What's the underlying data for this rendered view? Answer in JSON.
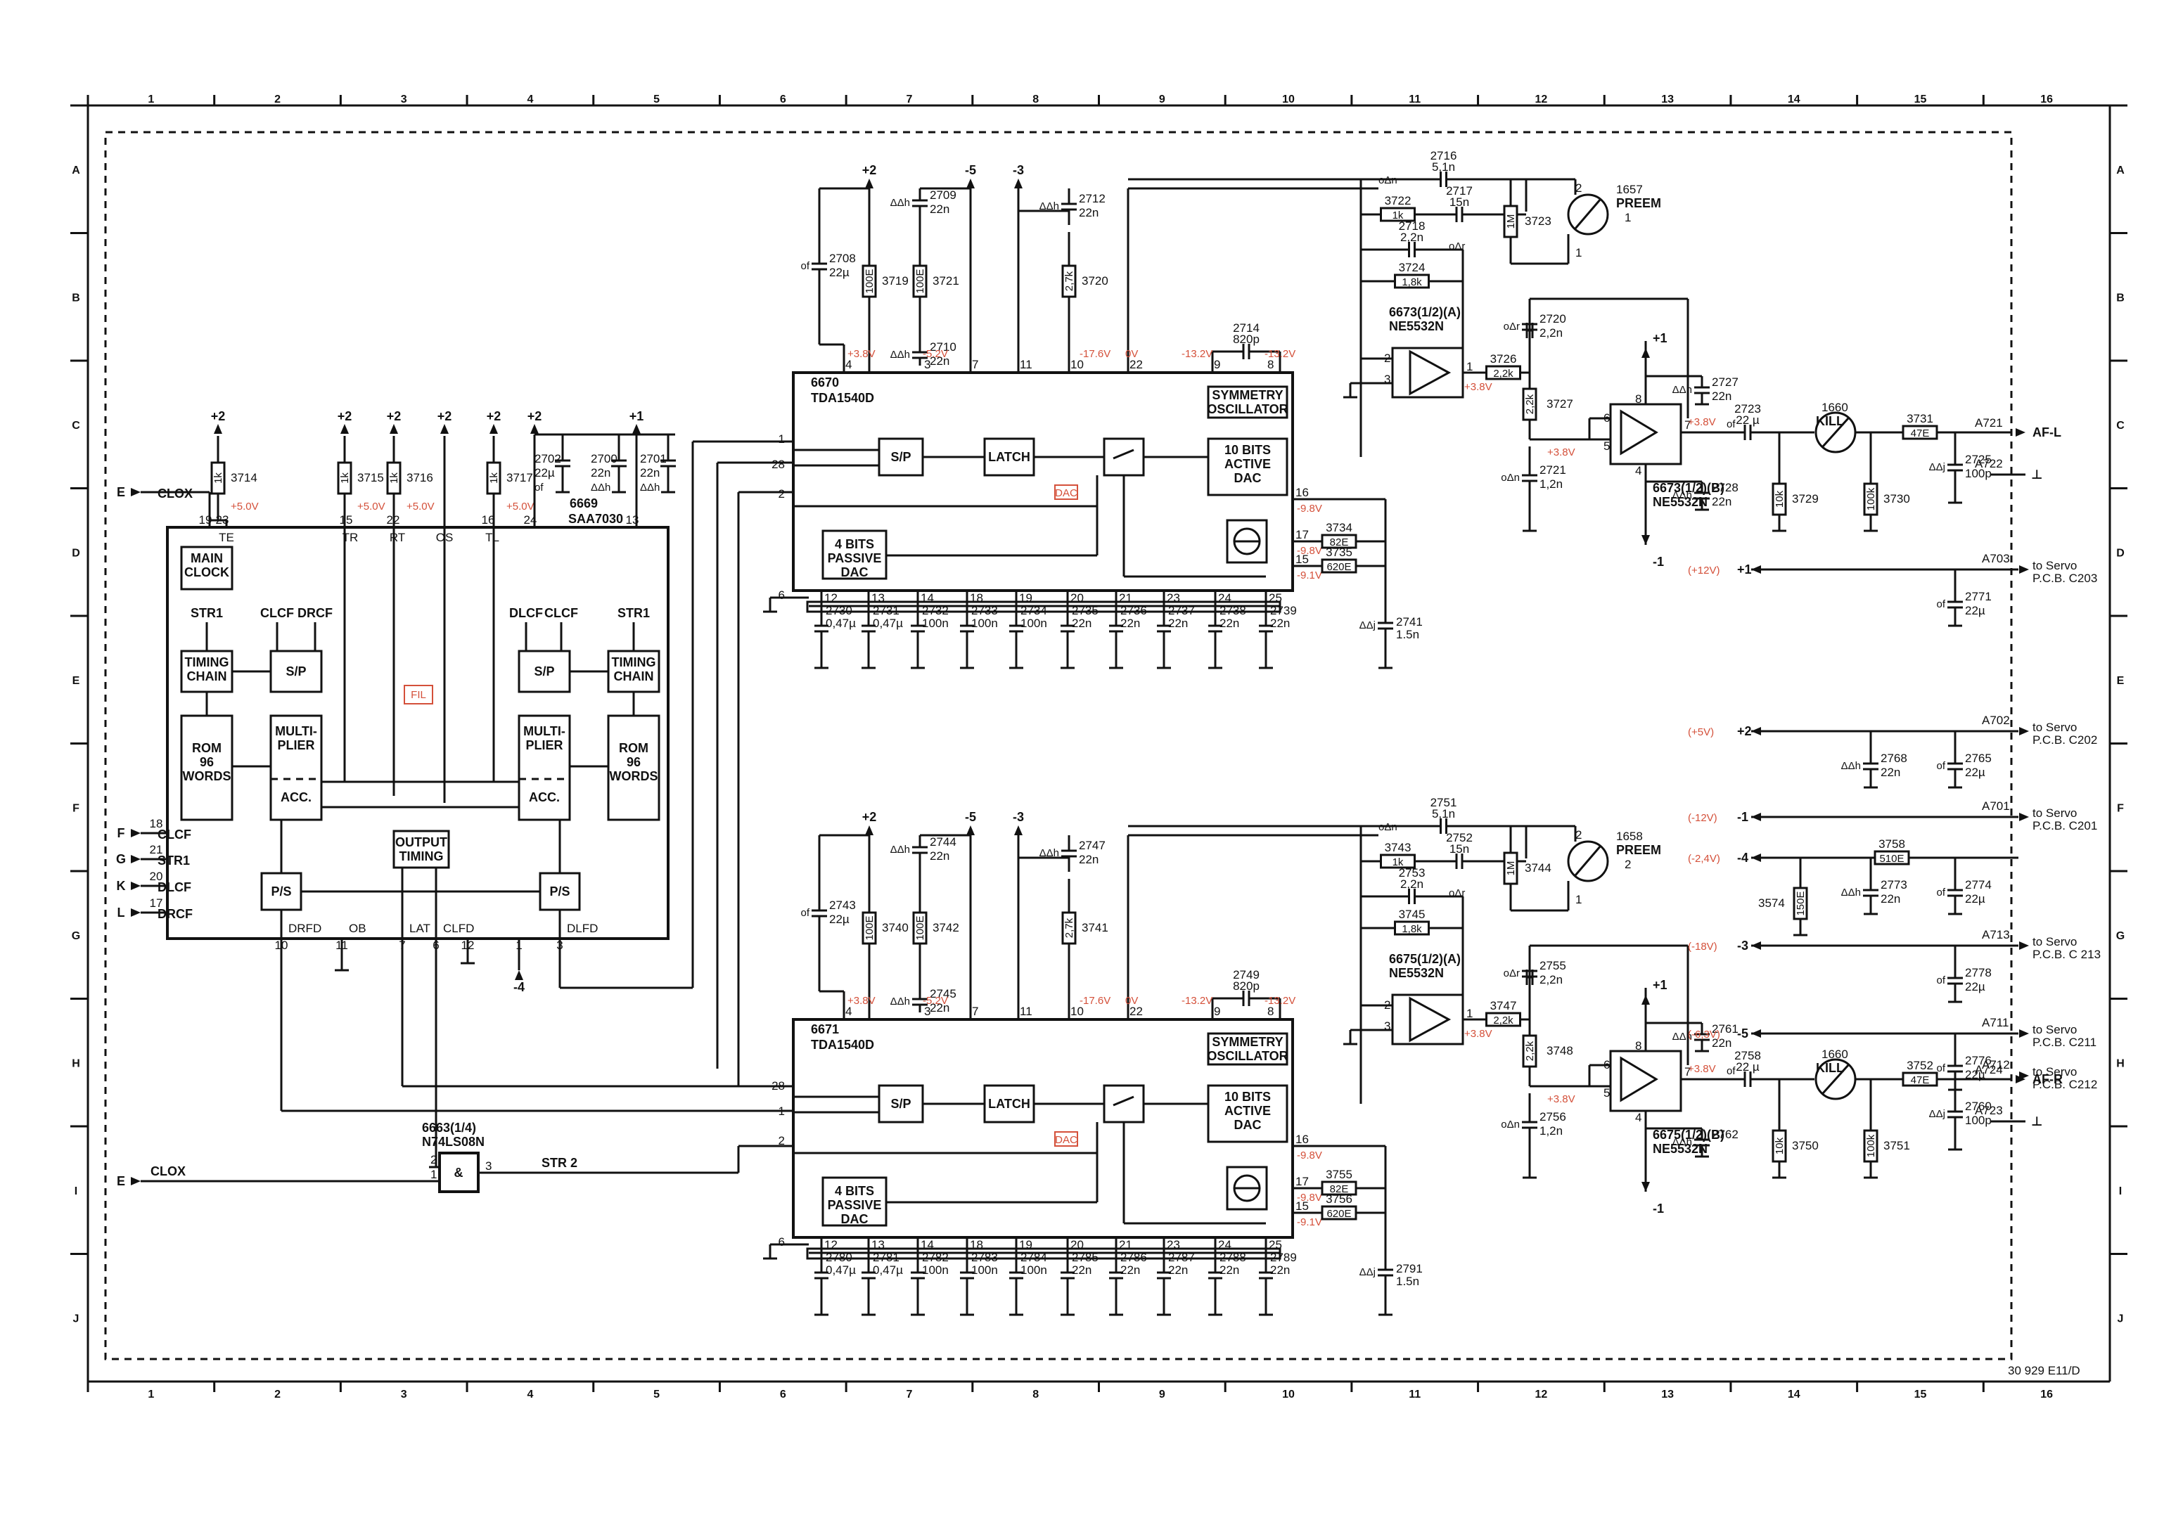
{
  "columns": [
    "1",
    "2",
    "3",
    "4",
    "5",
    "6",
    "7",
    "8",
    "9",
    "10",
    "11",
    "12",
    "13",
    "14",
    "15",
    "16"
  ],
  "rows": [
    "A",
    "B",
    "C",
    "D",
    "E",
    "F",
    "G",
    "H",
    "I",
    "J"
  ],
  "drawing_number": "30 929 E11/D",
  "saa7030": {
    "ref": "6669",
    "part": "SAA7030",
    "main_clock": [
      "MAIN",
      "CLOCK"
    ],
    "left": {
      "timing": [
        "TIMING",
        "CHAIN"
      ],
      "rom": [
        "ROM",
        "96",
        "WORDS"
      ],
      "sp": "S/P",
      "mult": [
        "MULTI-",
        "PLIER"
      ],
      "acc": "ACC.",
      "ps": "P/S",
      "str": "STR1",
      "clcf": "CLCF",
      "drcf": "DRCF"
    },
    "right": {
      "timing": [
        "TIMING",
        "CHAIN"
      ],
      "rom": [
        "ROM",
        "96",
        "WORDS"
      ],
      "sp": "S/P",
      "mult": [
        "MULTI-",
        "PLIER"
      ],
      "acc": "ACC.",
      "ps": "P/S",
      "str": "STR1",
      "dlcf": "DLCF",
      "clcf": "CLCF"
    },
    "output_timing": [
      "OUTPUT",
      "TIMING"
    ],
    "fil": "FIL",
    "top_pins": [
      {
        "num": "19",
        "name": ""
      },
      {
        "num": "23",
        "name": "TE"
      },
      {
        "num": "15",
        "name": "TR"
      },
      {
        "num": "22",
        "name": "RT"
      },
      {
        "num": "",
        "name": "OS"
      },
      {
        "num": "16",
        "name": "TL"
      },
      {
        "num": "24",
        "name": ""
      },
      {
        "num": "13",
        "name": ""
      }
    ],
    "bottom_pins": [
      {
        "num": "10",
        "name": "DRFD"
      },
      {
        "num": "11",
        "name": "OB"
      },
      {
        "num": "7",
        "name": "LAT"
      },
      {
        "num": "6",
        "name": "CLFD"
      },
      {
        "num": "12",
        "name": ""
      },
      {
        "num": "1",
        "name": ""
      },
      {
        "num": "3",
        "name": "DLFD"
      }
    ],
    "left_inputs": [
      {
        "row": "E",
        "pin": "",
        "name": "CLOX"
      },
      {
        "row": "F",
        "pin": "18",
        "name": "CLCF"
      },
      {
        "row": "G",
        "pin": "21",
        "name": "STR1"
      },
      {
        "row": "K",
        "pin": "20",
        "name": "DLCF"
      },
      {
        "row": "L",
        "pin": "17",
        "name": "DRCF"
      }
    ],
    "pullups": [
      {
        "ref": "3714",
        "val": "1k",
        "rail": "+2",
        "v": "+5.0V"
      },
      {
        "ref": "3715",
        "val": "1k",
        "rail": "+2",
        "v": "+5.0V"
      },
      {
        "ref": "3716",
        "val": "1k",
        "rail": "+2",
        "v": "+5.0V"
      },
      {
        "ref": "",
        "val": "",
        "rail": "+2",
        "v": ""
      },
      {
        "ref": "3717",
        "val": "1k",
        "rail": "+2",
        "v": "+5.0V"
      }
    ],
    "supply_rails": [
      "+2",
      "+1"
    ],
    "decouple": [
      {
        "ref": "2702",
        "val": "22µ",
        "tag": "of"
      },
      {
        "ref": "2700",
        "val": "22n",
        "tag": "ΔΔh"
      },
      {
        "ref": "2701",
        "val": "22n",
        "tag": "ΔΔh"
      }
    ],
    "neg_rail": "-4"
  },
  "dac_top": {
    "ref": "6670",
    "part": "TDA1540D",
    "sp": "S/P",
    "latch": "LATCH",
    "dac_tag": "DAC",
    "sym": [
      "SYMMETRY",
      "OSCILLATOR"
    ],
    "active": [
      "10 BITS",
      "ACTIVE",
      "DAC"
    ],
    "passive": [
      "4 BITS",
      "PASSIVE",
      "DAC"
    ],
    "rails": [
      "+2",
      "-5",
      "-3"
    ],
    "pin_labels": [
      "4",
      "3",
      "7",
      "11",
      "10",
      "22",
      "9",
      "8",
      "1",
      "28",
      "2",
      "6",
      "16",
      "17",
      "15"
    ],
    "supply_voltages": [
      "+3.8V",
      "-5.2V",
      "-17.6V",
      "0V",
      "-13.2V",
      "-13.2V"
    ],
    "right_voltages": [
      "-9.8V",
      "-9.8V",
      "-9.1V"
    ],
    "top_parts": [
      {
        "ref": "2708",
        "val": "22µ"
      },
      {
        "ref": "3719",
        "val": "100E"
      },
      {
        "ref": "3721",
        "val": "100E"
      },
      {
        "ref": "2709",
        "val": "22n"
      },
      {
        "ref": "2710",
        "val": "22n"
      },
      {
        "ref": "2712",
        "val": "22n"
      },
      {
        "ref": "3720",
        "val": "2,7k"
      },
      {
        "ref": "2714",
        "val": "820p"
      }
    ],
    "right_parts": [
      {
        "ref": "3734",
        "val": "82E"
      },
      {
        "ref": "3735",
        "val": "620E"
      },
      {
        "ref": "2741",
        "val": "1.5n"
      }
    ],
    "bottom_caps": [
      {
        "pin": "12",
        "ref": "2730",
        "val": "0,47µ"
      },
      {
        "pin": "13",
        "ref": "2731",
        "val": "0,47µ"
      },
      {
        "pin": "14",
        "ref": "2732",
        "val": "100n"
      },
      {
        "pin": "18",
        "ref": "2733",
        "val": "100n"
      },
      {
        "pin": "19",
        "ref": "2734",
        "val": "100n"
      },
      {
        "pin": "20",
        "ref": "2735",
        "val": "22n"
      },
      {
        "pin": "21",
        "ref": "2736",
        "val": "22n"
      },
      {
        "pin": "23",
        "ref": "2737",
        "val": "22n"
      },
      {
        "pin": "24",
        "ref": "2738",
        "val": "22n"
      },
      {
        "pin": "25",
        "ref": "2739",
        "val": "22n"
      }
    ]
  },
  "dac_bottom": {
    "ref": "6671",
    "part": "TDA1540D",
    "sp": "S/P",
    "latch": "LATCH",
    "dac_tag": "DAC",
    "sym": [
      "SYMMETRY",
      "OSCILLATOR"
    ],
    "active": [
      "10 BITS",
      "ACTIVE",
      "DAC"
    ],
    "passive": [
      "4 BITS",
      "PASSIVE",
      "DAC"
    ],
    "rails": [
      "+2",
      "-5",
      "-3"
    ],
    "pin_labels": [
      "4",
      "3",
      "7",
      "11",
      "10",
      "22",
      "9",
      "8",
      "28",
      "1",
      "2",
      "6",
      "16",
      "17",
      "15"
    ],
    "supply_voltages": [
      "+3.8V",
      "-5.2V",
      "-17.6V",
      "0V",
      "-13.2V",
      "-13.2V"
    ],
    "right_voltages": [
      "-9.8V",
      "-9.8V",
      "-9.1V"
    ],
    "top_parts": [
      {
        "ref": "2743",
        "val": "22µ"
      },
      {
        "ref": "3740",
        "val": "100E"
      },
      {
        "ref": "3742",
        "val": "100E"
      },
      {
        "ref": "2744",
        "val": "22n"
      },
      {
        "ref": "2745",
        "val": "22n"
      },
      {
        "ref": "2747",
        "val": "22n"
      },
      {
        "ref": "3741",
        "val": "2,7k"
      },
      {
        "ref": "2749",
        "val": "820p"
      }
    ],
    "right_parts": [
      {
        "ref": "3755",
        "val": "82E"
      },
      {
        "ref": "3756",
        "val": "620E"
      },
      {
        "ref": "2791",
        "val": "1.5n"
      }
    ],
    "bottom_caps": [
      {
        "pin": "12",
        "ref": "2780",
        "val": "0,47µ"
      },
      {
        "pin": "13",
        "ref": "2781",
        "val": "0,47µ"
      },
      {
        "pin": "14",
        "ref": "2782",
        "val": "100n"
      },
      {
        "pin": "18",
        "ref": "2783",
        "val": "100n"
      },
      {
        "pin": "19",
        "ref": "2784",
        "val": "100n"
      },
      {
        "pin": "20",
        "ref": "2785",
        "val": "22n"
      },
      {
        "pin": "21",
        "ref": "2786",
        "val": "22n"
      },
      {
        "pin": "23",
        "ref": "2787",
        "val": "22n"
      },
      {
        "pin": "24",
        "ref": "2788",
        "val": "22n"
      },
      {
        "pin": "25",
        "ref": "2789",
        "val": "22n"
      }
    ]
  },
  "gate": {
    "ref": "6663(1/4)",
    "part": "N74LS08N",
    "str2": "STR 2",
    "clox": "CLOX",
    "row": "E"
  },
  "audio_top": {
    "opamp1": {
      "ref": "6673(1/2)(A)",
      "part": "NE5532N"
    },
    "opamp2": {
      "ref": "6673(1/2)(B)",
      "part": "NE5532N"
    },
    "preem": {
      "ref": "1657",
      "name": "PREEM",
      "n": "1"
    },
    "kill": {
      "ref": "1660",
      "name": "KILL"
    },
    "parts": {
      "c2716": {
        "ref": "2716",
        "val": "5,1n"
      },
      "r3722": {
        "ref": "3722",
        "val": "1k"
      },
      "c2717": {
        "ref": "2717",
        "val": "15n"
      },
      "r3723": {
        "ref": "3723",
        "val": "1M"
      },
      "c2718": {
        "ref": "2718",
        "val": "2,2n"
      },
      "r3724": {
        "ref": "3724",
        "val": "1,8k"
      },
      "r3726": {
        "ref": "3726",
        "val": "2,2k"
      },
      "c2720": {
        "ref": "2720",
        "val": "2,2n"
      },
      "r3727": {
        "ref": "3727",
        "val": "2,2k"
      },
      "c2721": {
        "ref": "2721",
        "val": "1,2n"
      },
      "c2727": {
        "ref": "2727",
        "val": "22n"
      },
      "c2728": {
        "ref": "2728",
        "val": "22n"
      },
      "c2723": {
        "ref": "2723",
        "val": "22 µ"
      },
      "r3729": {
        "ref": "3729",
        "val": "10k"
      },
      "r3730": {
        "ref": "3730",
        "val": "100k"
      },
      "r3731": {
        "ref": "3731",
        "val": "47E"
      },
      "c2725": {
        "ref": "2725",
        "val": "100p"
      }
    },
    "voltages": [
      "+3.8V",
      "+3.8V",
      "+3.8V"
    ],
    "rails": [
      "+1",
      "-1"
    ],
    "out": {
      "conn": "A721",
      "name": "AF-L"
    },
    "gnd": {
      "conn": "A722"
    }
  },
  "audio_bottom": {
    "opamp1": {
      "ref": "6675(1/2)(A)",
      "part": "NE5532N"
    },
    "opamp2": {
      "ref": "6675(1/2)(B)",
      "part": "NE5532N"
    },
    "preem": {
      "ref": "1658",
      "name": "PREEM",
      "n": "2"
    },
    "kill": {
      "ref": "1660",
      "name": "KILL"
    },
    "parts": {
      "c2716": {
        "ref": "2751",
        "val": "5,1n"
      },
      "r3722": {
        "ref": "3743",
        "val": "1k"
      },
      "c2717": {
        "ref": "2752",
        "val": "15n"
      },
      "r3723": {
        "ref": "3744",
        "val": "1M"
      },
      "c2718": {
        "ref": "2753",
        "val": "2,2n"
      },
      "r3724": {
        "ref": "3745",
        "val": "1,8k"
      },
      "r3726": {
        "ref": "3747",
        "val": "2,2k"
      },
      "c2720": {
        "ref": "2755",
        "val": "2,2n"
      },
      "r3727": {
        "ref": "3748",
        "val": "2,2k"
      },
      "c2721": {
        "ref": "2756",
        "val": "1,2n"
      },
      "c2727": {
        "ref": "2761",
        "val": "22n"
      },
      "c2728": {
        "ref": "2762",
        "val": ""
      },
      "c2723": {
        "ref": "2758",
        "val": "22 µ"
      },
      "r3729": {
        "ref": "3750",
        "val": "10k"
      },
      "r3730": {
        "ref": "3751",
        "val": "100k"
      },
      "r3731": {
        "ref": "3752",
        "val": "47E"
      },
      "c2725": {
        "ref": "2760",
        "val": "100p"
      }
    },
    "voltages": [
      "+3.8V",
      "+3.8V",
      "+3.8V"
    ],
    "rails": [
      "+1",
      "-1"
    ],
    "out": {
      "conn": "A724",
      "name": "AF-R"
    },
    "gnd": {
      "conn": "A723"
    }
  },
  "servo": [
    {
      "v": "(+12V)",
      "rail": "+1",
      "conn": "A703",
      "to": "to Servo",
      "pcb": "P.C.B. C203",
      "cap": {
        "ref": "2771",
        "val": "22µ"
      }
    },
    {
      "v": "(+5V)",
      "rail": "+2",
      "conn": "A702",
      "to": "to Servo",
      "pcb": "P.C.B. C202",
      "cap": {
        "ref": "2765",
        "val": "22µ"
      },
      "cap2": {
        "ref": "2768",
        "val": "22n"
      }
    },
    {
      "v": "(-12V)",
      "rail": "-1",
      "conn": "A701",
      "to": "to Servo",
      "pcb": "P.C.B. C201"
    },
    {
      "v": "(-2,4V)",
      "rail": "-4",
      "conn": "",
      "to": "",
      "pcb": "",
      "res": {
        "ref": "3758",
        "val": "510E"
      },
      "res2": {
        "ref": "3574",
        "val": "150E"
      },
      "cap": {
        "ref": "2774",
        "val": "22µ"
      },
      "cap2": {
        "ref": "2773",
        "val": "22n"
      }
    },
    {
      "v": "(-18V)",
      "rail": "-3",
      "conn": "A713",
      "to": "to Servo",
      "pcb": "P.C.B. C 213",
      "cap": {
        "ref": "2778",
        "val": "22µ"
      }
    },
    {
      "v": "(-6,3V)",
      "rail": "-5",
      "conn": "A711",
      "to": "to Servo",
      "pcb": "P.C.B. C211",
      "cap": {
        "ref": "2776",
        "val": "22µ"
      }
    },
    {
      "v": "",
      "rail": "",
      "conn": "A712",
      "to": "to Servo",
      "pcb": "P.C.B. C212"
    }
  ]
}
